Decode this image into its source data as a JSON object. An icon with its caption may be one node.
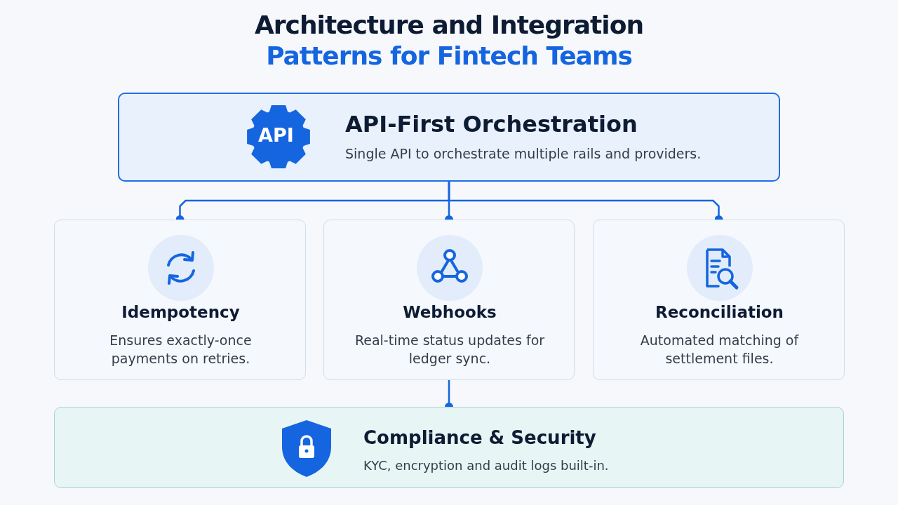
{
  "diagram": {
    "title": "Architecture and Integration Patterns for Fintech Teams",
    "nodes": [
      {
        "text": [
          "API-First Orchestration",
          "Single API to orchestrate multiple rails and providers."
        ]
      },
      {
        "text": [
          "Idempotency",
          "Ensures exactly-once payments on retries."
        ]
      },
      {
        "text": [
          "Webhooks",
          "Real-time status updates for ledger sync."
        ]
      },
      {
        "text": [
          "Reconciliation",
          "Automated matching of settlement files."
        ]
      },
      {
        "text": [
          "Compliance & Security",
          "KYC, encryption and audit logs built-in."
        ]
      }
    ],
    "edges": [
      {
        "from": 0,
        "to": 1,
        "arrow": "other"
      },
      {
        "from": 0,
        "to": 2,
        "arrow": "other"
      },
      {
        "from": 0,
        "to": 3,
        "arrow": "other"
      },
      {
        "from": 2,
        "to": 4,
        "arrow": "other"
      }
    ],
    "labels": [
      "API"
    ]
  }
}
